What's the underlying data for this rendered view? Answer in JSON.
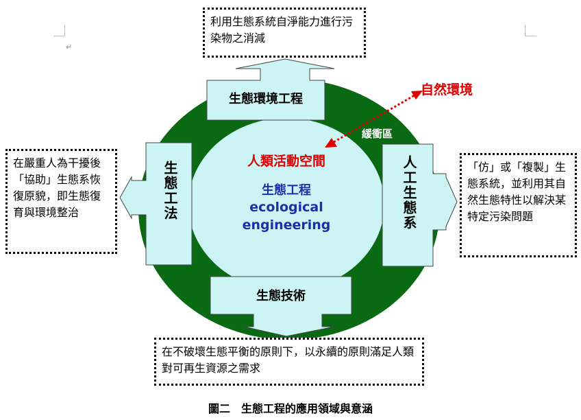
{
  "top_box": {
    "text": "利用生態系統自淨能力進行污染物之消減"
  },
  "left_box": {
    "text": "在嚴重人為干擾後「協助」生態系恢復原貌，即生態復育與環境整治"
  },
  "right_box": {
    "text": "「仿」或「複製」生態系統，並利用其自然生態特性以解決某特定污染問題"
  },
  "bottom_box": {
    "text": "在不破壞生態平衡的原則下，以永續的原則滿足人類對可再生資源之需求"
  },
  "arrows": {
    "top": "生態環境工程",
    "left": "生態工法",
    "right": "人工生態系",
    "bottom": "生態技術"
  },
  "labels": {
    "natural_env": "自然環境",
    "buffer_zone": "緩衝區",
    "human_space": "人類活動空間",
    "center_zh": "生態工程",
    "center_en_1": "ecological",
    "center_en_2": "engineering"
  },
  "caption": "圖二　生態工程的應用領域與意涵",
  "colors": {
    "outer_ellipse": "#0a6a14",
    "inner_ellipse": "#cdf4f4",
    "arrow_fill": "#cdf4f4",
    "natural_env_red": "#e00000",
    "center_blue": "#1a2fa8"
  }
}
